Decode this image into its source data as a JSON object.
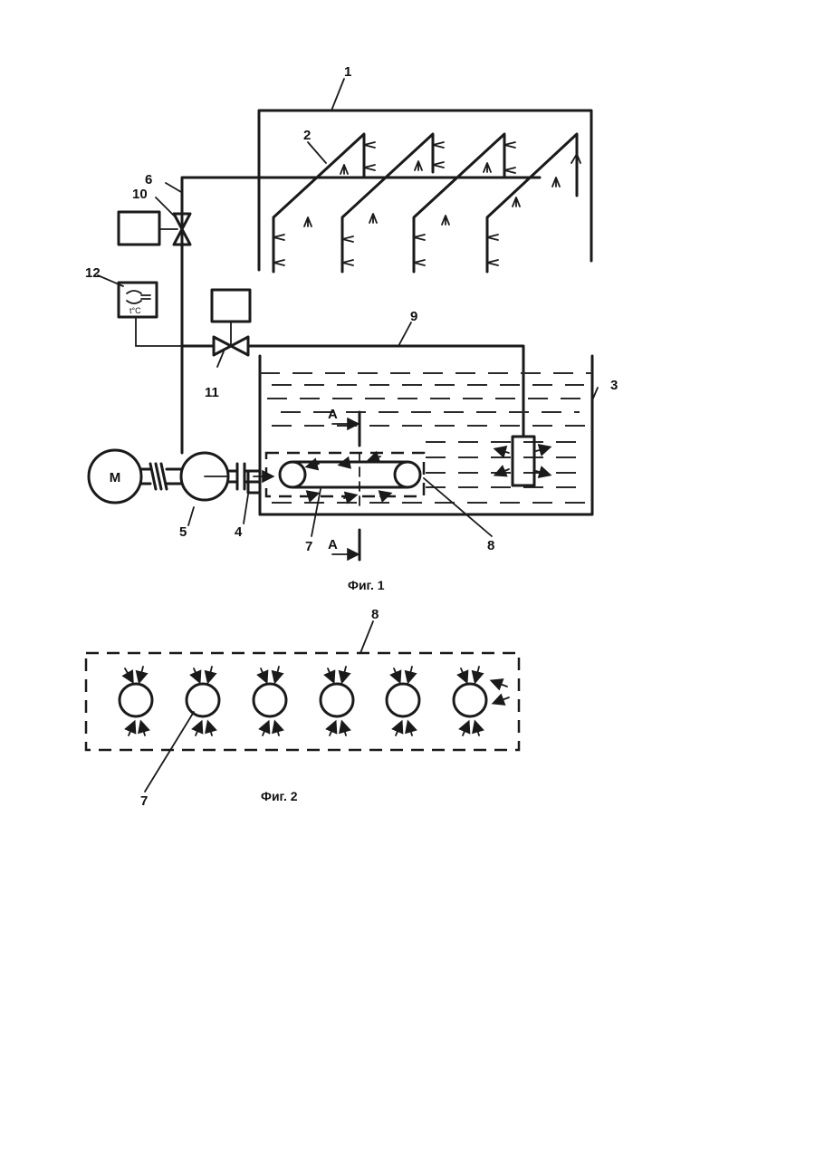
{
  "figure1": {
    "caption": "Фиг. 1",
    "motor_label": "M",
    "section_mark": "A",
    "sensor_text": "t°C",
    "labels": {
      "l1": "1",
      "l2": "2",
      "l3": "3",
      "l4": "4",
      "l5": "5",
      "l6": "6",
      "l7": "7",
      "l8": "8",
      "l9": "9",
      "l10": "10",
      "l11": "11",
      "l12": "12"
    }
  },
  "figure2": {
    "caption": "Фиг. 2",
    "labels": {
      "l7": "7",
      "l8": "8"
    }
  }
}
